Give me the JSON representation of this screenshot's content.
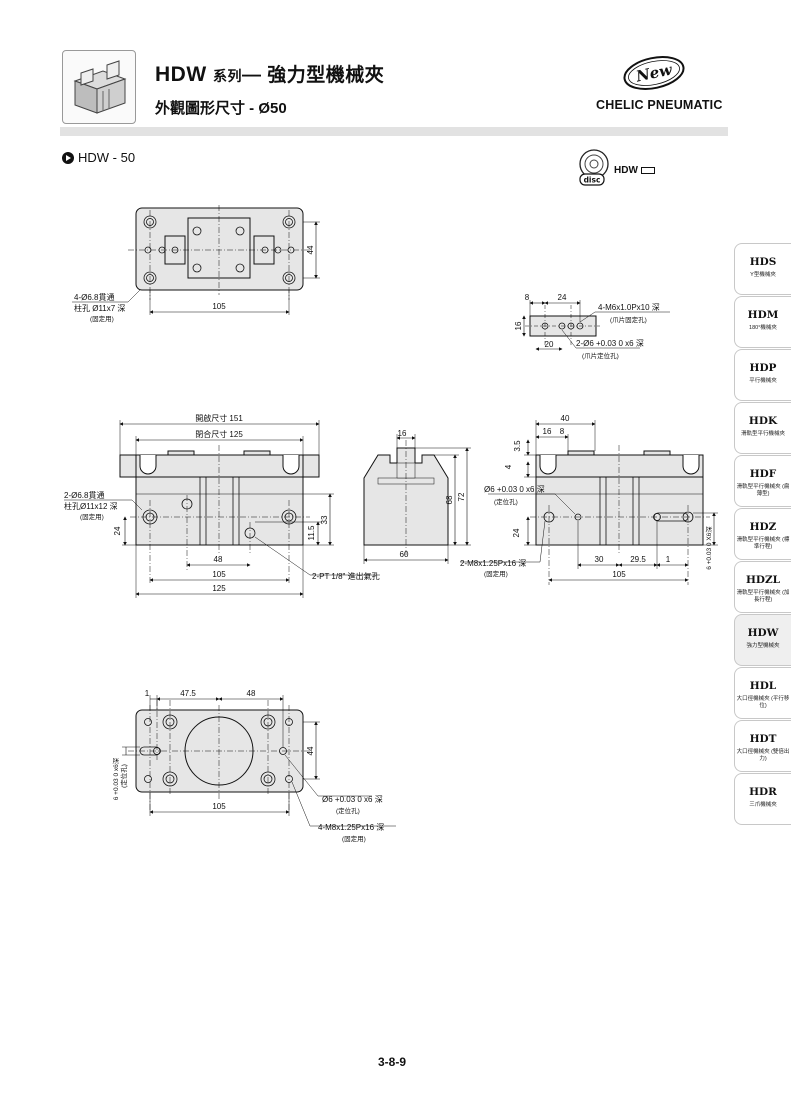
{
  "header": {
    "series_code": "HDW",
    "series_suffix": "系列",
    "series_name": "強力型機械夾",
    "subtitle": "外觀圖形尺寸 - Ø50",
    "brand": "CHELIC PNEUMATIC",
    "new_badge": "New"
  },
  "model_label": "HDW - 50",
  "disc": {
    "badge": "disc",
    "label": "HDW"
  },
  "sidebar": {
    "tabs": [
      {
        "code": "HDS",
        "desc": "Y型機械夾"
      },
      {
        "code": "HDM",
        "desc": "180°機械夾"
      },
      {
        "code": "HDP",
        "desc": "平行機械夾"
      },
      {
        "code": "HDK",
        "desc": "滑軌型平行機械夾"
      },
      {
        "code": "HDF",
        "desc": "滑軌型平行機械夾 (扁薄型)"
      },
      {
        "code": "HDZ",
        "desc": "滑軌型平行機械夾 (標準行程)"
      },
      {
        "code": "HDZL",
        "desc": "滑軌型平行機械夾 (加長行程)"
      },
      {
        "code": "HDW",
        "desc": "強力型機械夾",
        "active": true
      },
      {
        "code": "HDL",
        "desc": "大口徑機械夾 (平行移位)"
      },
      {
        "code": "HDT",
        "desc": "大口徑機械夾 (雙倍出力)"
      },
      {
        "code": "HDR",
        "desc": "三爪機械夾"
      }
    ]
  },
  "top_view": {
    "dim_width": "105",
    "dim_height": "44",
    "note_hole_1": "4-Ø6.8貫通",
    "note_hole_2": "柱孔 Ø11x7 深",
    "note_hole_3": "(固定用)"
  },
  "jaw_detail": {
    "dim_8": "8",
    "dim_24": "24",
    "dim_16": "16",
    "dim_20": "20",
    "note_tap_1": "4-M6x1.0Px10 深",
    "note_tap_2": "(爪片固定孔)",
    "note_pin_1": "2-Ø6 +0.03 0 x6 深",
    "note_pin_2": "(爪片定位孔)"
  },
  "front_view": {
    "dim_open": "開啟尺寸 151",
    "dim_closed": "閉合尺寸 125",
    "dim_48": "48",
    "dim_105": "105",
    "dim_125": "125",
    "dim_24": "24",
    "dim_11_5": "11.5",
    "dim_33": "33",
    "note_hole_1": "2-Ø6.8貫通",
    "note_hole_2": "柱孔Ø11x12 深",
    "note_hole_3": "(固定用)",
    "note_port": "2-PT 1/8\" 進出氣孔"
  },
  "side_view": {
    "dim_16": "16",
    "dim_60": "60",
    "dim_68": "68",
    "dim_72": "72"
  },
  "right_view": {
    "dim_40": "40",
    "dim_16": "16",
    "dim_8": "8",
    "dim_3_5": "3.5",
    "dim_4": "4",
    "dim_24": "24",
    "dim_30": "30",
    "dim_29_5": "29.5",
    "dim_1": "1",
    "dim_105": "105",
    "dim_6x6": "6 +0.03 0 X6深",
    "note_pin_1": "Ø6 +0.03 0 x6 深",
    "note_pin_2": "(定位孔)",
    "note_tap_1": "2-M8x1.25Px16 深",
    "note_tap_2": "(固定用)"
  },
  "bottom_view": {
    "dim_1": "1",
    "dim_47_5": "47.5",
    "dim_48": "48",
    "dim_44": "44",
    "dim_105": "105",
    "dim_left": "6 +0.03 0 x6深",
    "dim_left_note": "(定位孔)",
    "note_pin_1": "Ø6 +0.03 0 x6 深",
    "note_pin_2": "(定位孔)",
    "note_tap_1": "4-M8x1.25Px16 深",
    "note_tap_2": "(固定用)"
  },
  "page_number": "3-8-9"
}
